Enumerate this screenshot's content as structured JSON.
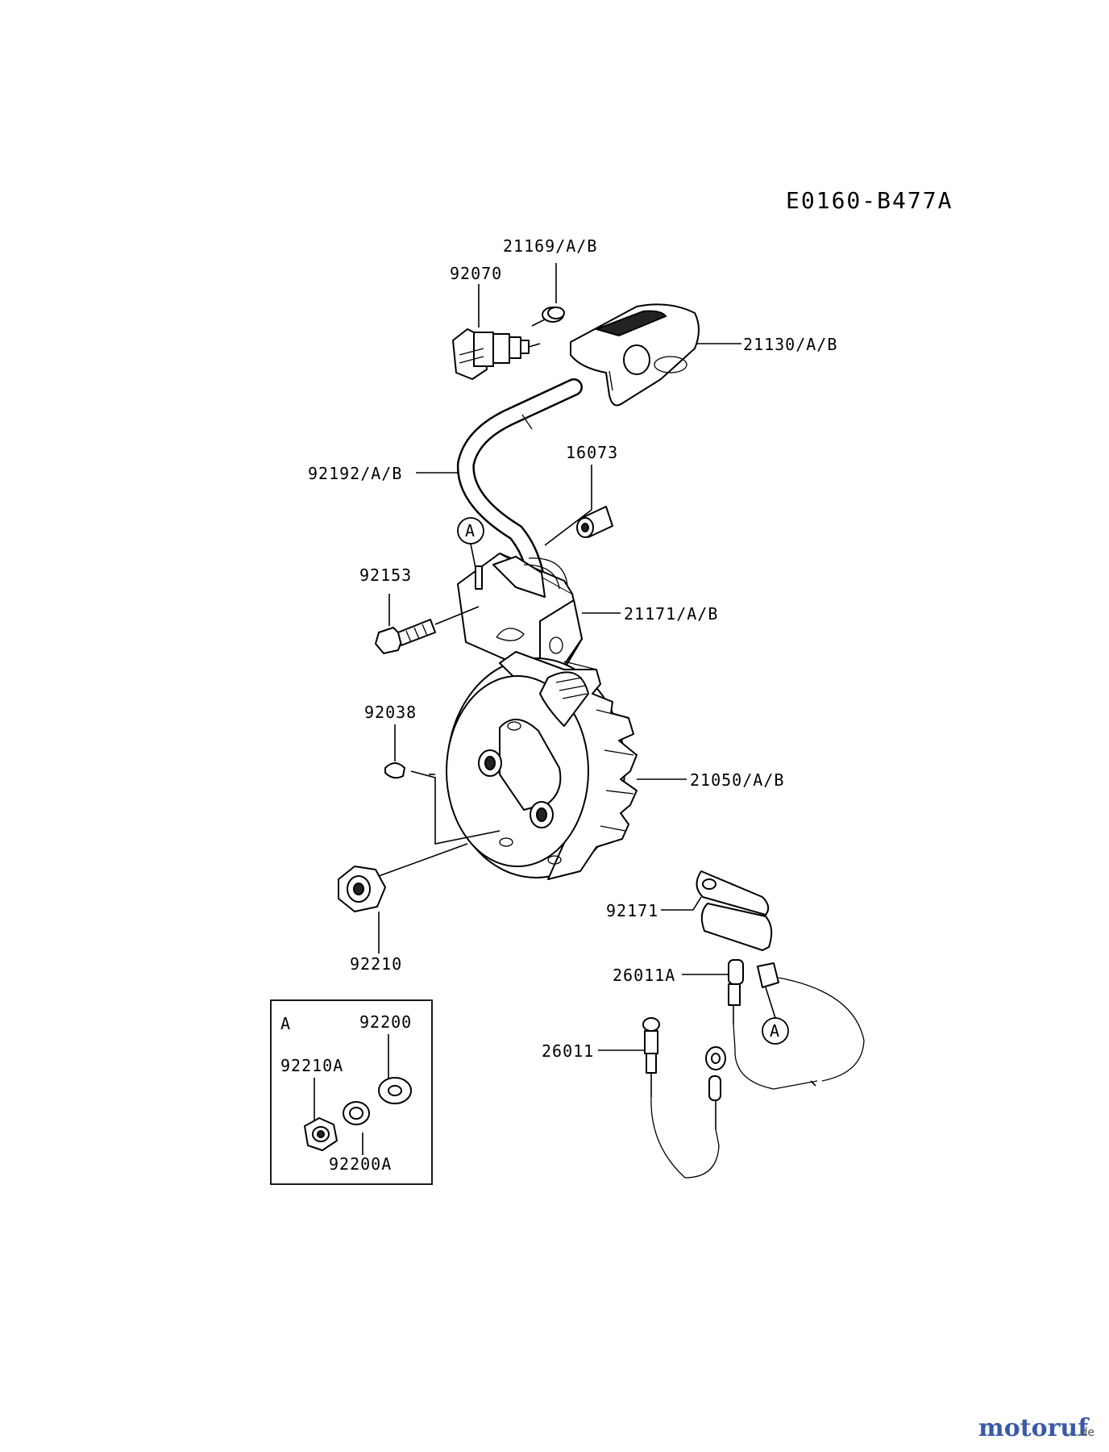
{
  "diagram_code": "E0160-B477A",
  "parts": {
    "p21169": "21169/A/B",
    "p92070": "92070",
    "p21130": "21130/A/B",
    "p16073": "16073",
    "p92192": "92192/A/B",
    "p92153": "92153",
    "p21171": "21171/A/B",
    "p92038": "92038",
    "p21050": "21050/A/B",
    "p92171": "92171",
    "p92210": "92210",
    "p26011A": "26011A",
    "p26011": "26011"
  },
  "callout_a": "A",
  "inset": {
    "title": "A",
    "p92200": "92200",
    "p92210A": "92210A",
    "p92200A": "92200A"
  },
  "watermark": {
    "brand": "motoruf",
    "suffix": ".de"
  }
}
